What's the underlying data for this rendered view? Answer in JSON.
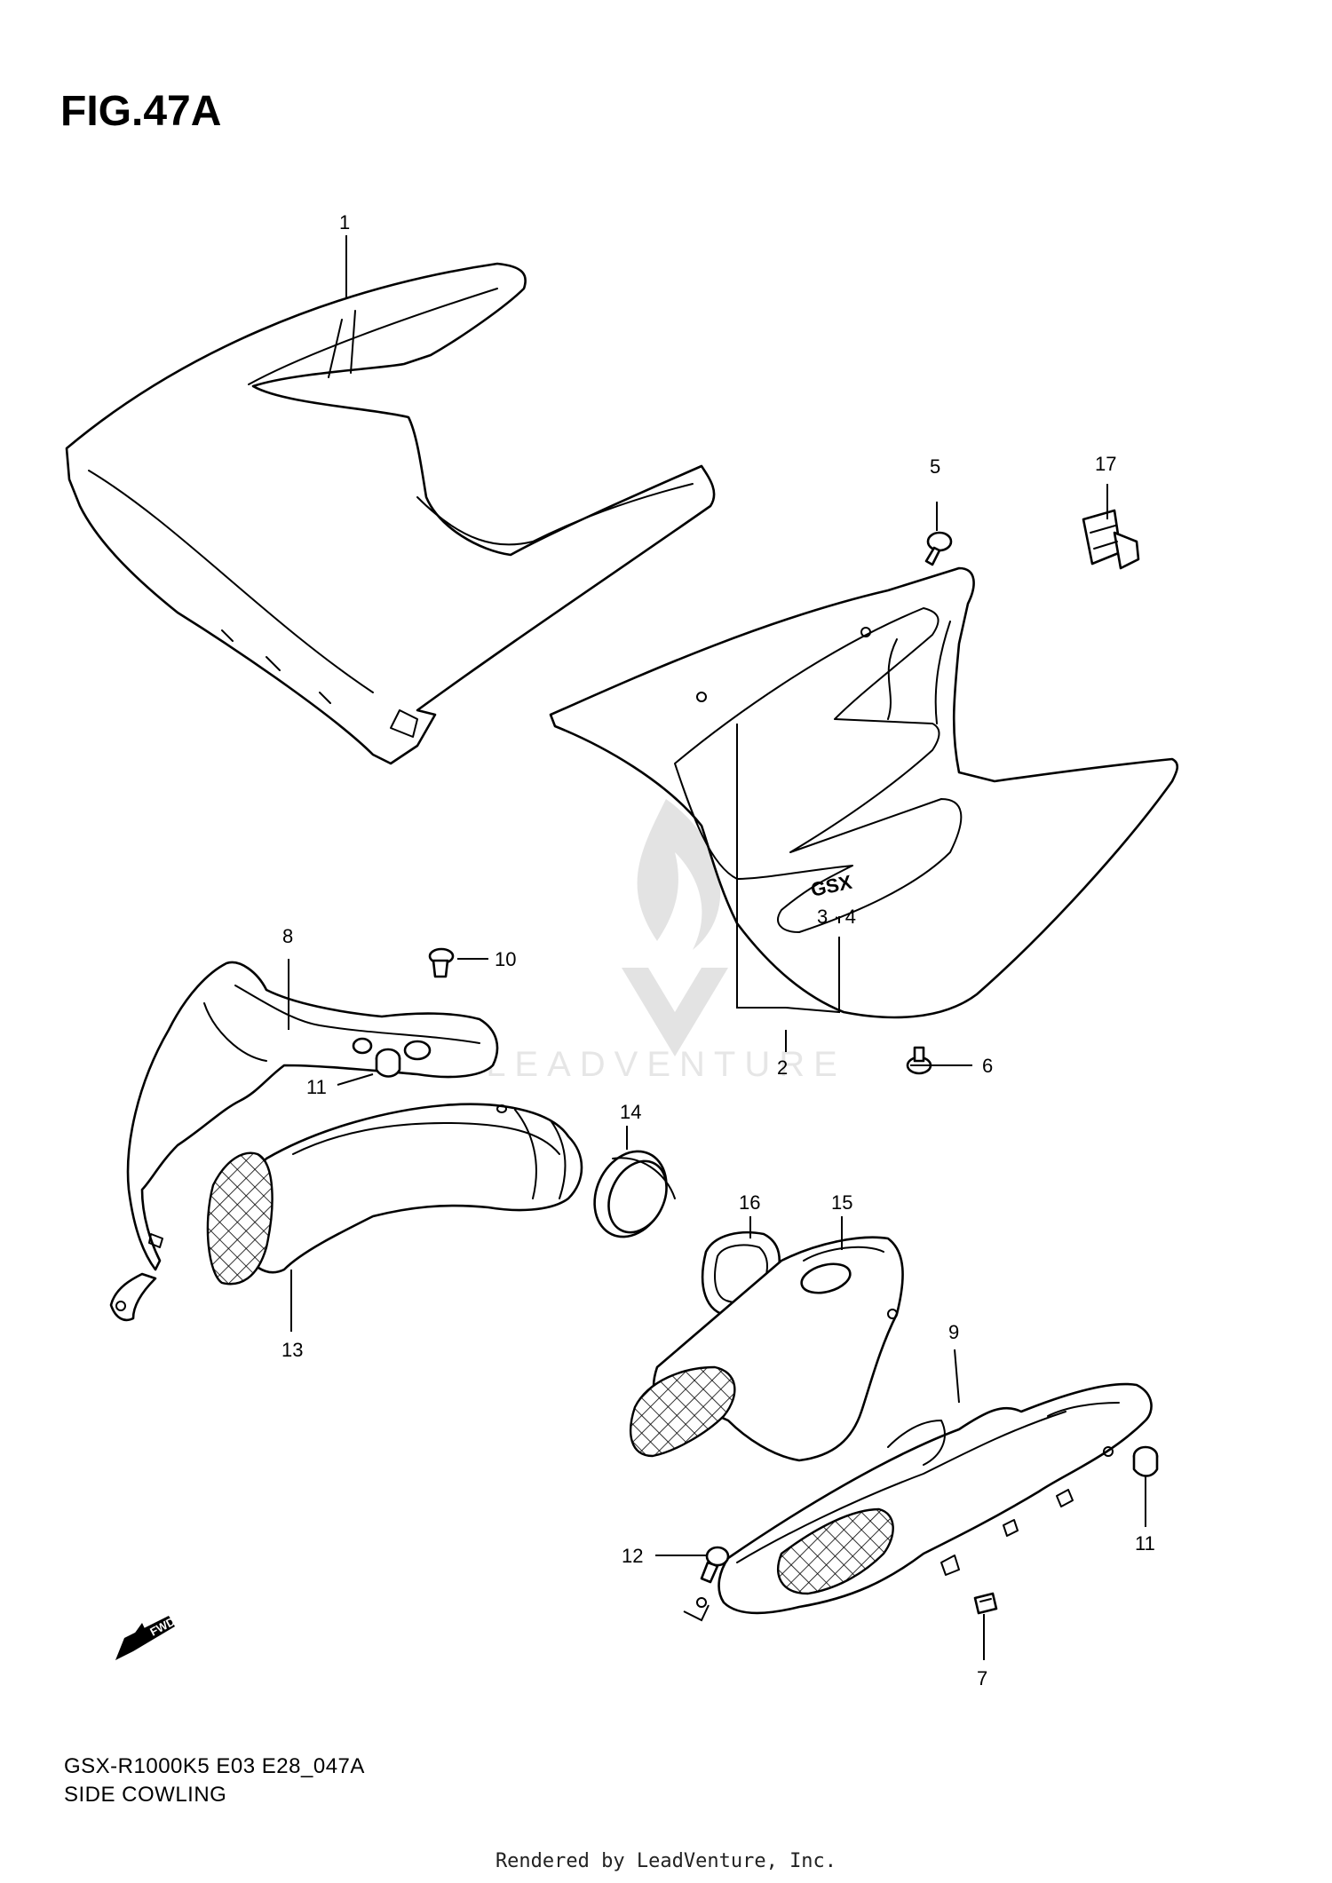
{
  "figure": {
    "title": "FIG.47A",
    "model_code": "GSX-R1000K5 E03 E28_047A",
    "section_name": "SIDE COWLING",
    "rendered_by": "Rendered by LeadVenture, Inc.",
    "watermark": "LEADVENTURE"
  },
  "callouts": {
    "c1": "1",
    "c2": "2",
    "c34": "3 · 4",
    "c5": "5",
    "c6": "6",
    "c7": "7",
    "c8": "8",
    "c9": "9",
    "c10": "10",
    "c11a": "11",
    "c11b": "11",
    "c12": "12",
    "c13": "13",
    "c14": "14",
    "c15": "15",
    "c16": "16",
    "c17": "17"
  },
  "direction_badge": "FWD",
  "emblem_text": "GSX"
}
